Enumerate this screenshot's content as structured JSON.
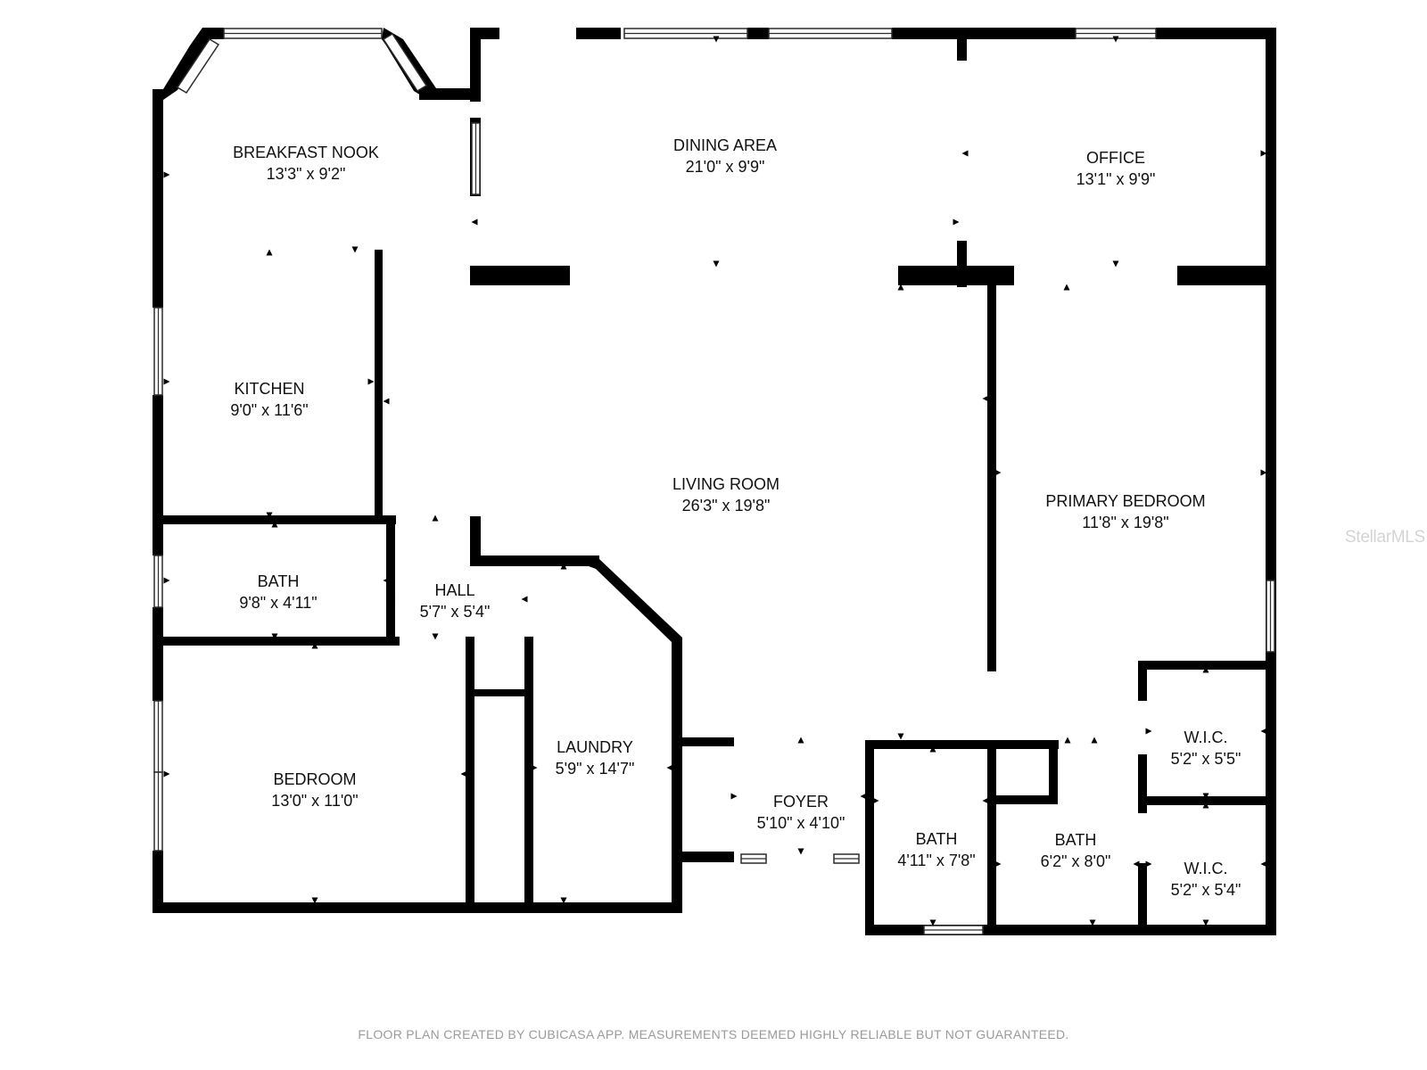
{
  "rooms": [
    {
      "id": "breakfast-nook",
      "name": "BREAKFAST NOOK",
      "dims": "13'3\" x 9'2\""
    },
    {
      "id": "dining-area",
      "name": "DINING AREA",
      "dims": "21'0\" x 9'9\""
    },
    {
      "id": "office",
      "name": "OFFICE",
      "dims": "13'1\" x 9'9\""
    },
    {
      "id": "kitchen",
      "name": "KITCHEN",
      "dims": "9'0\" x 11'6\""
    },
    {
      "id": "living-room",
      "name": "LIVING ROOM",
      "dims": "26'3\" x 19'8\""
    },
    {
      "id": "primary-bedroom",
      "name": "PRIMARY BEDROOM",
      "dims": "11'8\" x 19'8\""
    },
    {
      "id": "bath-1",
      "name": "BATH",
      "dims": "9'8\" x 4'11\""
    },
    {
      "id": "hall",
      "name": "HALL",
      "dims": "5'7\" x 5'4\""
    },
    {
      "id": "laundry",
      "name": "LAUNDRY",
      "dims": "5'9\" x 14'7\""
    },
    {
      "id": "bedroom",
      "name": "BEDROOM",
      "dims": "13'0\" x 11'0\""
    },
    {
      "id": "foyer",
      "name": "FOYER",
      "dims": "5'10\" x 4'10\""
    },
    {
      "id": "bath-2",
      "name": "BATH",
      "dims": "4'11\" x 7'8\""
    },
    {
      "id": "bath-3",
      "name": "BATH",
      "dims": "6'2\" x 8'0\""
    },
    {
      "id": "wic-1",
      "name": "W.I.C.",
      "dims": "5'2\" x 5'5\""
    },
    {
      "id": "wic-2",
      "name": "W.I.C.",
      "dims": "5'2\" x 5'4\""
    }
  ],
  "footer": "FLOOR PLAN CREATED BY CUBICASA APP. MEASUREMENTS DEEMED HIGHLY RELIABLE BUT NOT GUARANTEED.",
  "watermark": "StellarMLS",
  "colors": {
    "wall": "#000000",
    "window": "#ffffff",
    "text": "#111111",
    "footer": "#9a9a9a"
  }
}
